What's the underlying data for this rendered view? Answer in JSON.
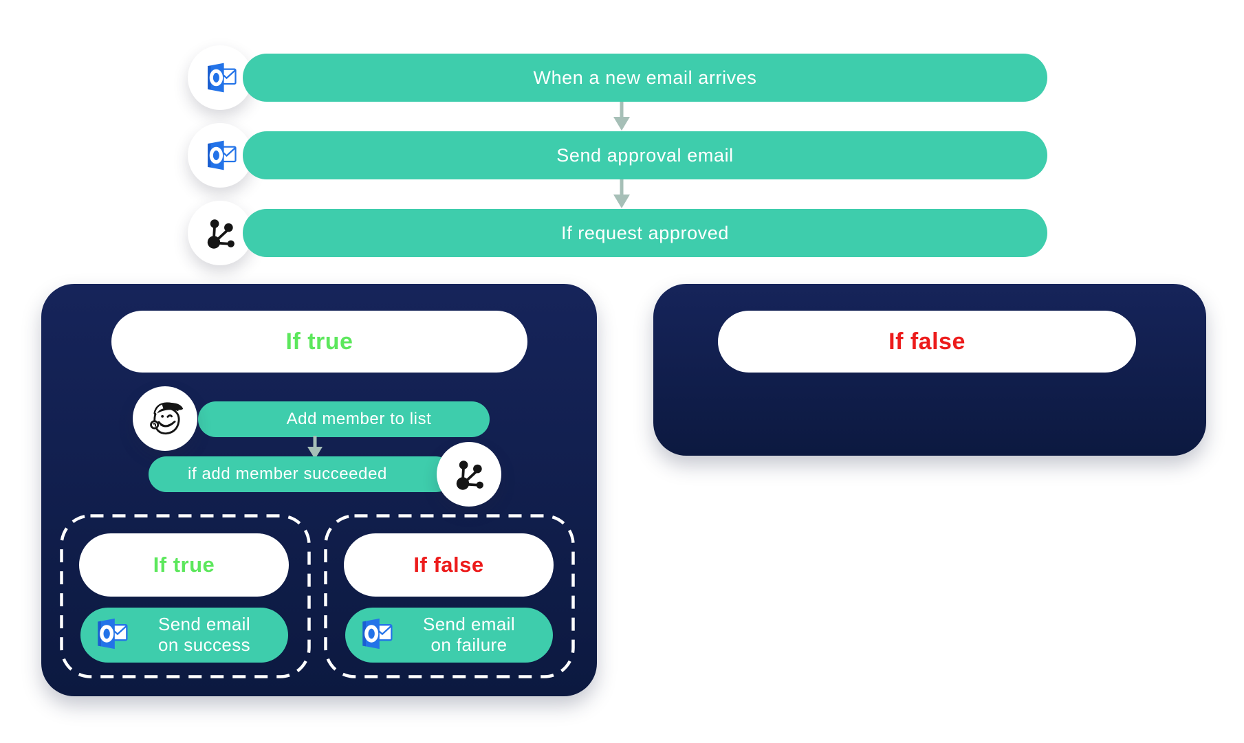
{
  "palette": {
    "teal": "#3ECDAC",
    "navy": "#13204E",
    "true_green": "#5CE75C",
    "false_red": "#EC1B1B",
    "arrow_gray": "#A6BFB7",
    "outlook_blue": "#2373E8",
    "icon_black": "#151515",
    "background": "#FFFFFF"
  },
  "flow": {
    "steps": [
      {
        "icon": "outlook-icon",
        "label": "When a new email arrives"
      },
      {
        "icon": "outlook-icon",
        "label": "Send approval email"
      },
      {
        "icon": "condition-icon",
        "label": "If request approved"
      }
    ],
    "true_branch": {
      "title": "If true",
      "steps": [
        {
          "icon": "mailchimp-icon",
          "label": "Add member to list"
        },
        {
          "icon": "condition-icon",
          "label": "if add member succeeded"
        }
      ],
      "sub_branches": [
        {
          "title": "If true",
          "icon": "outlook-icon",
          "action_line1": "Send email",
          "action_line2": "on success"
        },
        {
          "title": "If false",
          "icon": "outlook-icon",
          "action_line1": "Send email",
          "action_line2": "on failure"
        }
      ]
    },
    "false_branch": {
      "title": "If false"
    }
  }
}
